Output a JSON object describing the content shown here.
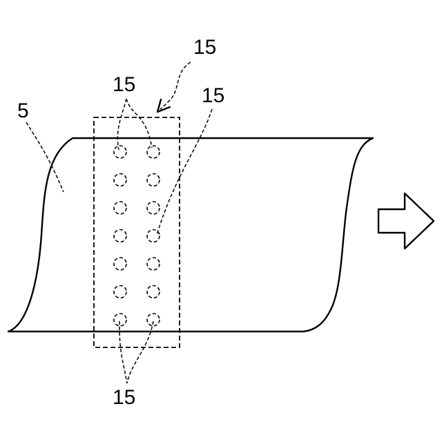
{
  "figure": {
    "labels": {
      "sheet_ref": "5",
      "group_ref": "15",
      "top_pair_ref": "15",
      "right_ref": "15",
      "bottom_pair_ref": "15"
    },
    "holes": {
      "columns": 2,
      "rows": 7
    },
    "direction_arrow": "right"
  }
}
